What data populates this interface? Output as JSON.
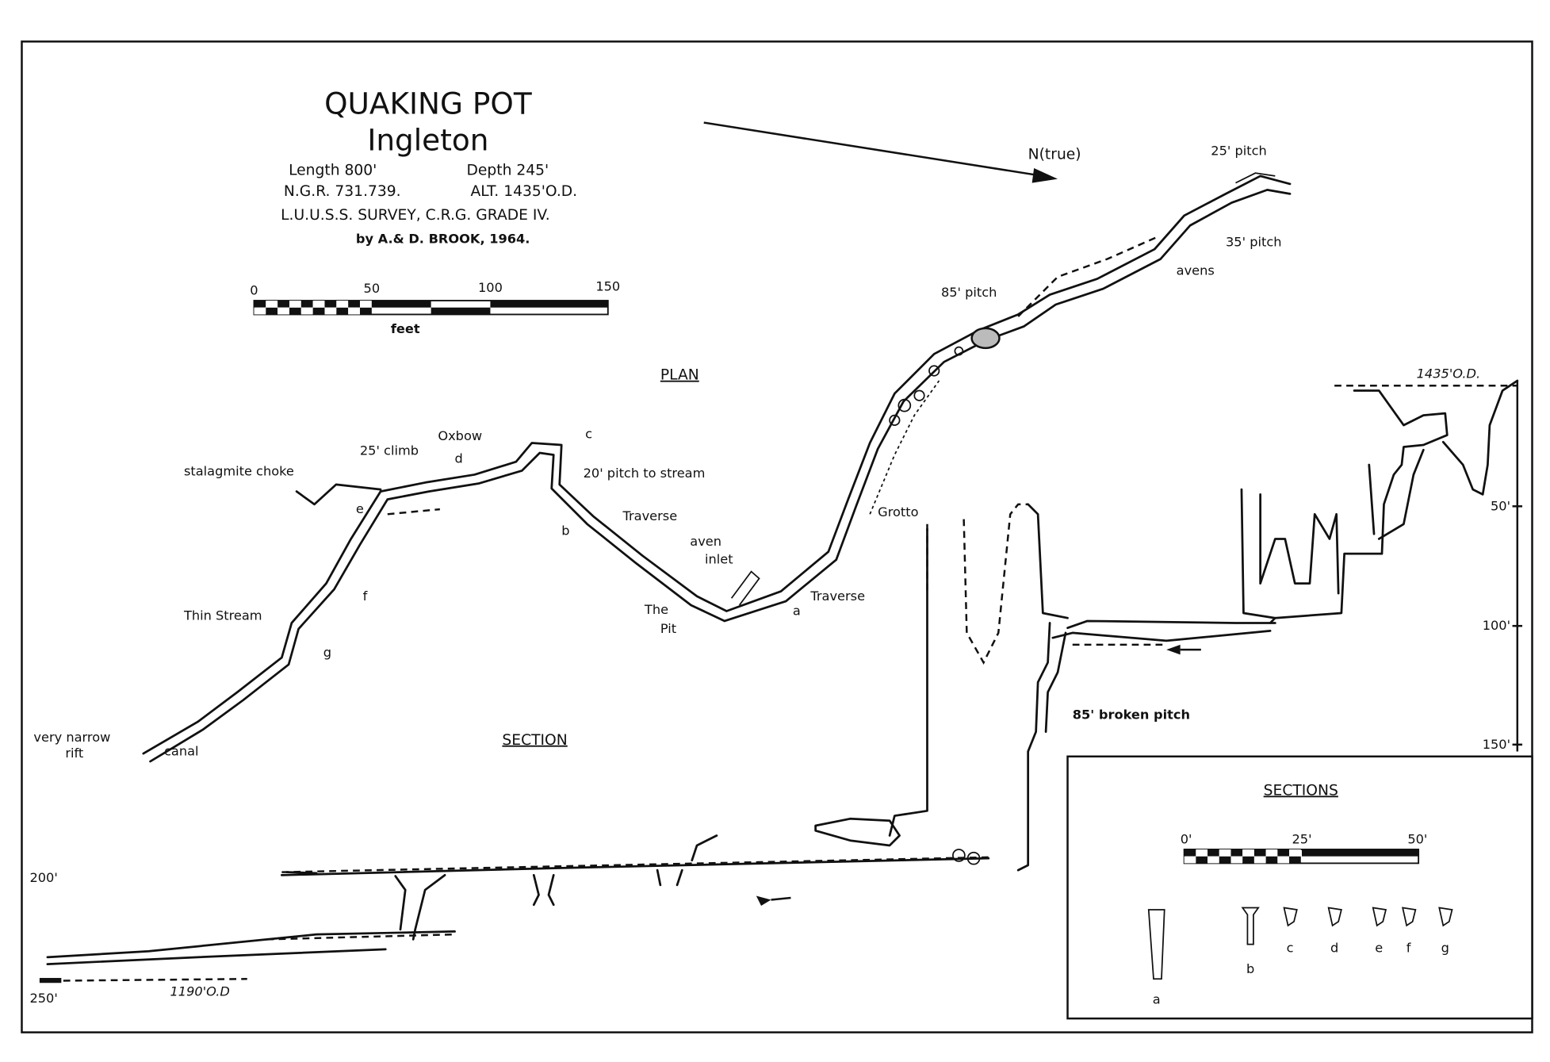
{
  "title": {
    "name": "QUAKING POT",
    "place": "Ingleton",
    "length": "Length 800'",
    "depth": "Depth 245'",
    "ngr": "N.G.R. 731.739.",
    "alt": "ALT. 1435'O.D.",
    "survey": "L.U.U.S.S. SURVEY,  C.R.G. GRADE IV.",
    "author": "by  A.& D. BROOK, 1964."
  },
  "scale_bar": {
    "ticks": [
      "0",
      "50",
      "100",
      "150"
    ],
    "unit": "feet"
  },
  "north": "N(true)",
  "headings": {
    "plan": "PLAN",
    "section": "SECTION"
  },
  "plan_labels": {
    "pitch25": "25' pitch",
    "pitch35": "35' pitch",
    "avens": "avens",
    "pitch85": "85' pitch",
    "grotto": "Grotto",
    "traverse1": "Traverse",
    "traverse2": "Traverse",
    "aven": "aven",
    "inlet": "inlet",
    "the": "The",
    "pit": "Pit",
    "pitch20": "20' pitch to stream",
    "oxbow": "Oxbow",
    "climb25": "25' climb",
    "choke": "stalagmite choke",
    "thin_stream": "Thin  Stream",
    "narrow1": "very narrow",
    "narrow2": "rift",
    "canal": "canal",
    "a": "a",
    "b": "b",
    "c": "c",
    "d": "d",
    "e": "e",
    "f": "f",
    "g": "g"
  },
  "section_labels": {
    "od_top": "1435'O.D.",
    "od_bottom": "1190'O.D",
    "broken_pitch": "85' broken pitch",
    "depth_ticks_right": [
      "50'",
      "100'",
      "150'"
    ],
    "depth_ticks_left": [
      "200'",
      "250'"
    ]
  },
  "sections_inset": {
    "title": "SECTIONS",
    "scale_ticks": [
      "0'",
      "25'",
      "50'"
    ],
    "letters": [
      "a",
      "b",
      "c",
      "d",
      "e",
      "f",
      "g"
    ]
  }
}
